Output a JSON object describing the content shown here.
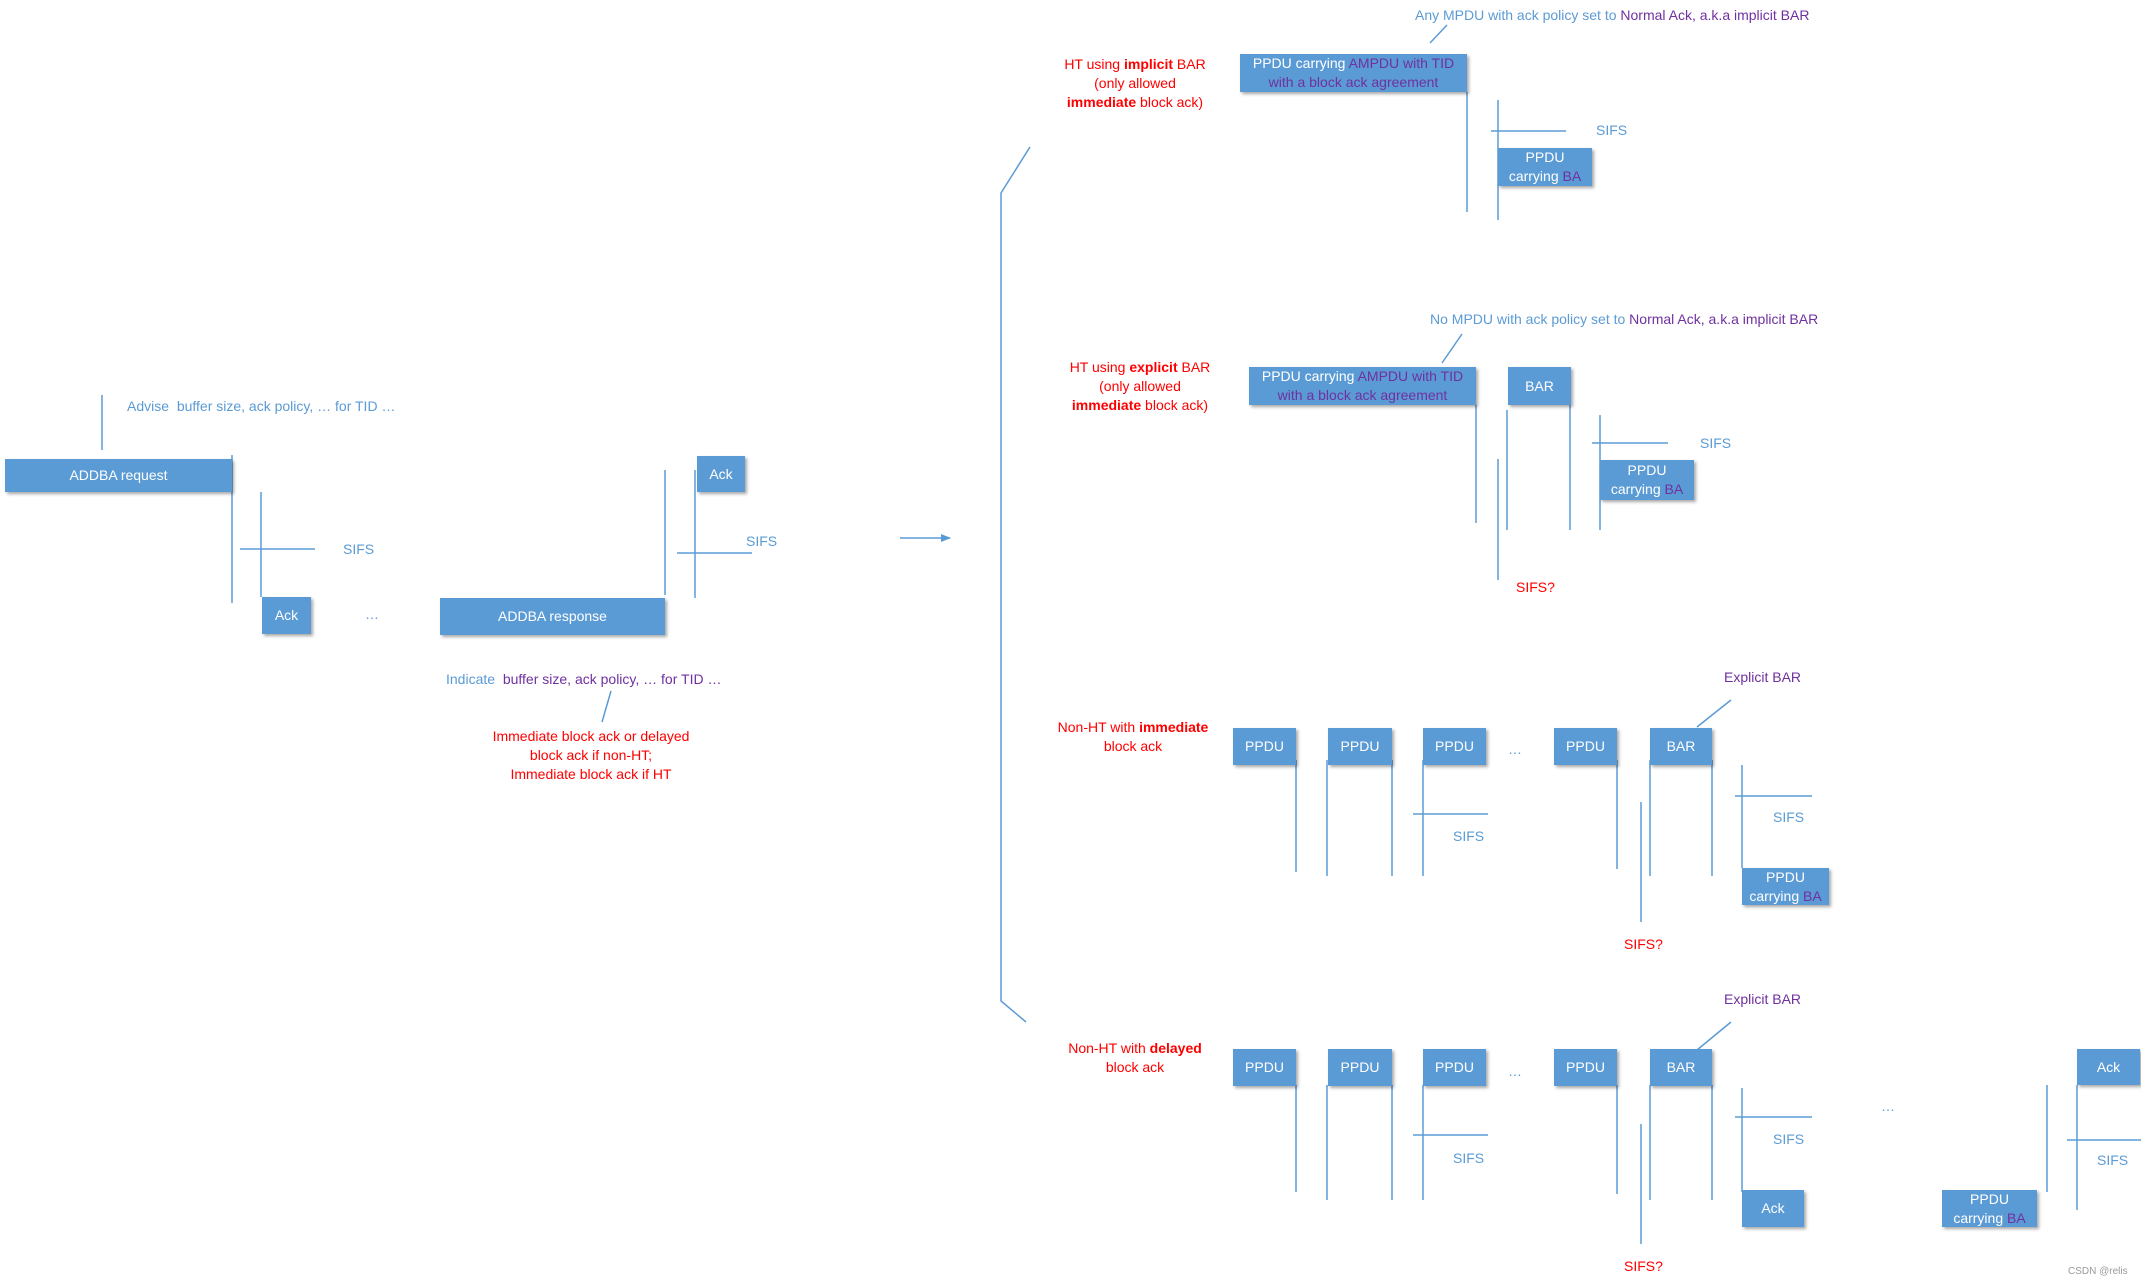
{
  "colors": {
    "box": "#5b9bd5",
    "line": "#5b9bd5",
    "red": "#ff0000",
    "purple": "#7030a0"
  },
  "setup": {
    "addba_request": "ADDBA request",
    "advise": {
      "pre": "Advise",
      "text": "buffer size, ack policy, … for TID …"
    },
    "sifs1": "SIFS",
    "ack1": "Ack",
    "dots": "…",
    "addba_response": "ADDBA response",
    "ack2": "Ack",
    "sifs2": "SIFS",
    "indicate": {
      "pre": "Indicate",
      "text": "buffer size, ack policy, … for TID …"
    },
    "note": [
      "Immediate block ack or delayed",
      "block ack if non-HT;",
      "Immediate block ack if HT"
    ]
  },
  "implicit": {
    "label": {
      "l1a": "HT using ",
      "l1b": "implicit",
      "l1c": " BAR",
      "l2": "(only allowed",
      "l3a": "immediate",
      "l3b": " block ack)"
    },
    "top_note": {
      "a": "Any MPDU with ack policy set to ",
      "b": "Normal Ack, a.k.a implicit BAR"
    },
    "ppdu": {
      "l1a": "PPDU carrying ",
      "l1b": "AMPDU with TID",
      "l2": "with a block ack agreement"
    },
    "sifs": "SIFS",
    "ba": {
      "l1": "PPDU",
      "l2a": "carrying ",
      "l2b": "BA"
    }
  },
  "explicit": {
    "label": {
      "l1a": "HT using ",
      "l1b": "explicit",
      "l1c": " BAR",
      "l2": "(only allowed",
      "l3a": "immediate",
      "l3b": " block ack)"
    },
    "top_note": {
      "a": "No MPDU with ack policy set to ",
      "b": "Normal Ack, a.k.a implicit BAR"
    },
    "ppdu": {
      "l1a": "PPDU carrying ",
      "l1b": "AMPDU with TID",
      "l2": "with a block ack agreement"
    },
    "bar": "BAR",
    "sifs": "SIFS",
    "sifs_q": "SIFS?",
    "ba": {
      "l1": "PPDU",
      "l2a": "carrying ",
      "l2b": "BA"
    }
  },
  "nonht_imm": {
    "label": {
      "l1a": "Non-HT with ",
      "l1b": "immediate",
      "l2": "block ack"
    },
    "ppdu": [
      "PPDU",
      "PPDU",
      "PPDU"
    ],
    "dots": "…",
    "ppdu4": "PPDU",
    "bar": "BAR",
    "explicit_bar": "Explicit BAR",
    "sifs_a": "SIFS",
    "sifs_b": "SIFS",
    "sifs_q": "SIFS?",
    "ba": {
      "l1": "PPDU",
      "l2a": "carrying ",
      "l2b": "BA"
    }
  },
  "nonht_del": {
    "label": {
      "l1a": "Non-HT with ",
      "l1b": "delayed",
      "l2": "block ack"
    },
    "ppdu": [
      "PPDU",
      "PPDU",
      "PPDU"
    ],
    "dots": "…",
    "ppdu4": "PPDU",
    "bar": "BAR",
    "explicit_bar": "Explicit BAR",
    "sifs_a": "SIFS",
    "sifs_b": "SIFS",
    "sifs_q": "SIFS?",
    "ack": "Ack",
    "dots2": "…",
    "ack_top": "Ack",
    "sifs_c": "SIFS",
    "ba": {
      "l1": "PPDU",
      "l2a": "carrying ",
      "l2b": "BA"
    }
  },
  "watermark": "CSDN @relis"
}
